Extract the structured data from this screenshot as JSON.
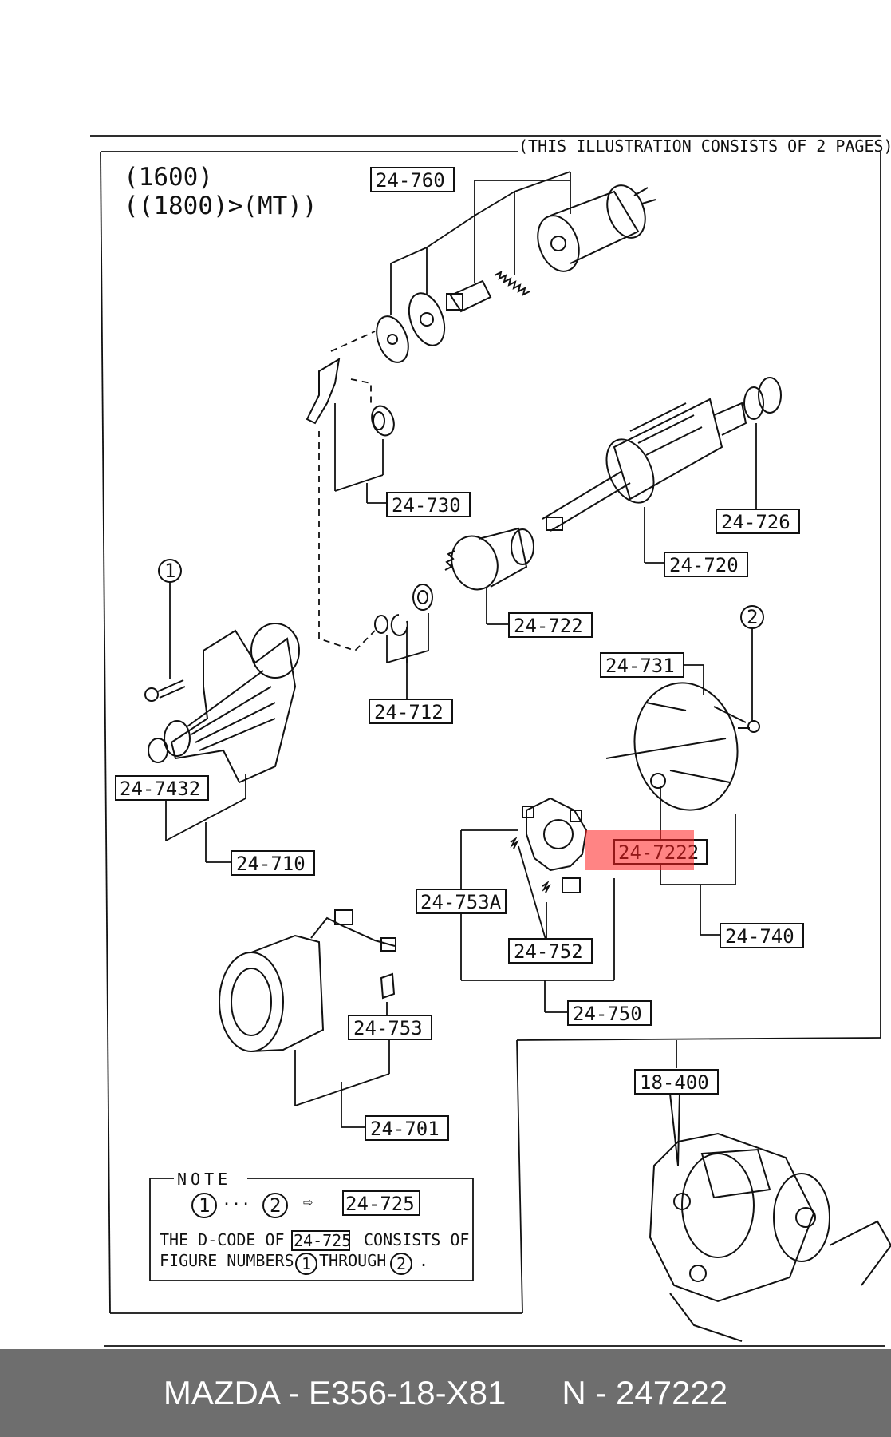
{
  "header": {
    "illustration_note": "(THIS ILLUSTRATION CONSISTS OF  2 PAGES)",
    "engine_line1": "(1600)",
    "engine_line2": "((1800)>(MT))"
  },
  "labels": {
    "l24760": "24-760",
    "l24730": "24-730",
    "l24726": "24-726",
    "l24720": "24-720",
    "l24722": "24-722",
    "l24712": "24-712",
    "l24731": "24-731",
    "l247432": "24-7432",
    "l24710": "24-710",
    "l247222": "24-7222",
    "l24753A": "24-753A",
    "l24740": "24-740",
    "l24752": "24-752",
    "l24750": "24-750",
    "l24753": "24-753",
    "l24701": "24-701",
    "l18400": "18-400"
  },
  "callouts": {
    "c1": "1",
    "c2": "2"
  },
  "note": {
    "title": "NOTE",
    "ref_code": "24-725",
    "ellipsis": "···",
    "arrow": "⇨",
    "line1_prefix": "THE D-CODE OF",
    "line1_code": "24-725",
    "line1_suffix": "CONSISTS OF",
    "line2_prefix": "FIGURE NUMBERS",
    "line2_mid": "THROUGH",
    "line2_end": "."
  },
  "highlight": {
    "color": "#ff1f1f",
    "opacity": 0.55
  },
  "footer": {
    "brand": "MAZDA - E356-18-X81",
    "part_number": "N - 247222"
  }
}
